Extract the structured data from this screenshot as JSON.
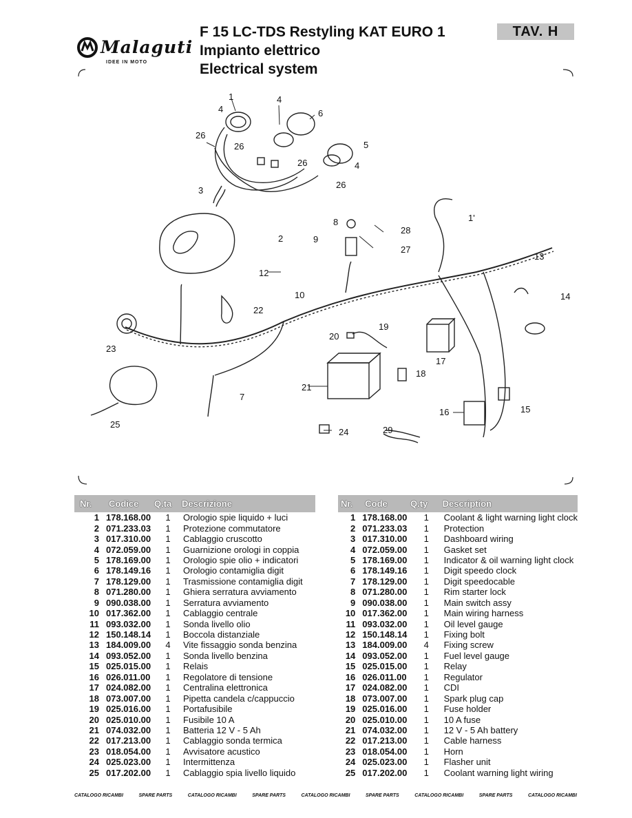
{
  "header": {
    "brand": "Malaguti",
    "tagline": "IDEE IN MOTO",
    "title_line1": "F 15 LC-TDS Restyling KAT EURO 1",
    "title_line2": "Impianto elettrico",
    "title_line3": "Electrical system",
    "tav_label": "TAV. H"
  },
  "diagram": {
    "callouts": {
      "c1": "1",
      "c4a": "4",
      "c4b": "4",
      "c4c": "4",
      "c6": "6",
      "c5": "5",
      "c26a": "26",
      "c26b": "26",
      "c26c": "26",
      "c26d": "26",
      "c3": "3",
      "c8": "8",
      "c28": "28",
      "c9": "9",
      "c27": "27",
      "c1p": "1'",
      "c2": "2",
      "c12": "12",
      "c13": "13",
      "c10": "10",
      "c14": "14",
      "c22": "22",
      "c23": "23",
      "c19": "19",
      "c20": "20",
      "c17": "17",
      "c18": "18",
      "c21": "21",
      "c7": "7",
      "c25": "25",
      "c16": "16",
      "c15": "15",
      "c24": "24",
      "c29": "29"
    }
  },
  "table_it": {
    "headers": [
      "Nr.",
      "Codice",
      "Q.ta",
      "Descrizione"
    ],
    "rows": [
      [
        "1",
        "178.168.00",
        "1",
        "Orologio spie liquido + luci"
      ],
      [
        "2",
        "071.233.03",
        "1",
        "Protezione commutatore"
      ],
      [
        "3",
        "017.310.00",
        "1",
        "Cablaggio cruscotto"
      ],
      [
        "4",
        "072.059.00",
        "1",
        "Guarnizione orologi in coppia"
      ],
      [
        "5",
        "178.169.00",
        "1",
        "Orologio spie olio + indicatori"
      ],
      [
        "6",
        "178.149.16",
        "1",
        "Orologio contamiglia digit"
      ],
      [
        "7",
        "178.129.00",
        "1",
        "Trasmissione contamiglia digit"
      ],
      [
        "8",
        "071.280.00",
        "1",
        "Ghiera serratura avviamento"
      ],
      [
        "9",
        "090.038.00",
        "1",
        "Serratura avviamento"
      ],
      [
        "10",
        "017.362.00",
        "1",
        "Cablaggio centrale"
      ],
      [
        "11",
        "093.032.00",
        "1",
        "Sonda livello olio"
      ],
      [
        "12",
        "150.148.14",
        "1",
        "Boccola distanziale"
      ],
      [
        "13",
        "184.009.00",
        "4",
        "Vite fissaggio sonda benzina"
      ],
      [
        "14",
        "093.052.00",
        "1",
        "Sonda livello benzina"
      ],
      [
        "15",
        "025.015.00",
        "1",
        "Relais"
      ],
      [
        "16",
        "026.011.00",
        "1",
        "Regolatore di tensione"
      ],
      [
        "17",
        "024.082.00",
        "1",
        "Centralina elettronica"
      ],
      [
        "18",
        "073.007.00",
        "1",
        "Pipetta candela c/cappuccio"
      ],
      [
        "19",
        "025.016.00",
        "1",
        "Portafusibile"
      ],
      [
        "20",
        "025.010.00",
        "1",
        "Fusibile 10 A"
      ],
      [
        "21",
        "074.032.00",
        "1",
        "Batteria 12 V - 5 Ah"
      ],
      [
        "22",
        "017.213.00",
        "1",
        "Cablaggio sonda termica"
      ],
      [
        "23",
        "018.054.00",
        "1",
        "Avvisatore acustico"
      ],
      [
        "24",
        "025.023.00",
        "1",
        "Intermittenza"
      ],
      [
        "25",
        "017.202.00",
        "1",
        "Cablaggio spia livello liquido"
      ]
    ]
  },
  "table_en": {
    "headers": [
      "Nr.",
      "Code",
      "Q.ty",
      "Description"
    ],
    "rows": [
      [
        "1",
        "178.168.00",
        "1",
        "Coolant & light warning light clock"
      ],
      [
        "2",
        "071.233.03",
        "1",
        "Protection"
      ],
      [
        "3",
        "017.310.00",
        "1",
        "Dashboard wiring"
      ],
      [
        "4",
        "072.059.00",
        "1",
        "Gasket set"
      ],
      [
        "5",
        "178.169.00",
        "1",
        "Indicator & oil warning light clock"
      ],
      [
        "6",
        "178.149.16",
        "1",
        "Digit speedo clock"
      ],
      [
        "7",
        "178.129.00",
        "1",
        "Digit speedocable"
      ],
      [
        "8",
        "071.280.00",
        "1",
        "Rim starter lock"
      ],
      [
        "9",
        "090.038.00",
        "1",
        "Main switch assy"
      ],
      [
        "10",
        "017.362.00",
        "1",
        "Main wiring harness"
      ],
      [
        "11",
        "093.032.00",
        "1",
        "Oil level gauge"
      ],
      [
        "12",
        "150.148.14",
        "1",
        "Fixing bolt"
      ],
      [
        "13",
        "184.009.00",
        "4",
        "Fixing screw"
      ],
      [
        "14",
        "093.052.00",
        "1",
        "Fuel level gauge"
      ],
      [
        "15",
        "025.015.00",
        "1",
        "Relay"
      ],
      [
        "16",
        "026.011.00",
        "1",
        "Regulator"
      ],
      [
        "17",
        "024.082.00",
        "1",
        "CDI"
      ],
      [
        "18",
        "073.007.00",
        "1",
        "Spark plug cap"
      ],
      [
        "19",
        "025.016.00",
        "1",
        "Fuse holder"
      ],
      [
        "20",
        "025.010.00",
        "1",
        "10 A fuse"
      ],
      [
        "21",
        "074.032.00",
        "1",
        "12 V - 5 Ah battery"
      ],
      [
        "22",
        "017.213.00",
        "1",
        "Cable harness"
      ],
      [
        "23",
        "018.054.00",
        "1",
        "Horn"
      ],
      [
        "24",
        "025.023.00",
        "1",
        "Flasher unit"
      ],
      [
        "25",
        "017.202.00",
        "1",
        "Coolant warning light wiring"
      ]
    ]
  },
  "footer": [
    "CATALOGO RICAMBI",
    "SPARE PARTS",
    "CATALOGO RICAMBI",
    "SPARE PARTS",
    "CATALOGO RICAMBI",
    "SPARE PARTS",
    "CATALOGO RICAMBI",
    "SPARE PARTS",
    "CATALOGO RICAMBI"
  ]
}
